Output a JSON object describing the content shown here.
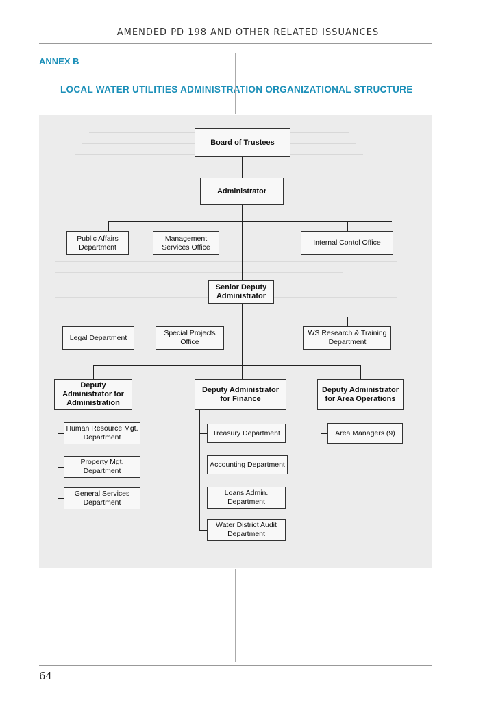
{
  "header": {
    "running_title": "AMENDED PD 198 AND OTHER RELATED ISSUANCES",
    "annex": "ANNEX B",
    "title": "LOCAL WATER UTILITIES ADMINISTRATION ORGANIZATIONAL STRUCTURE"
  },
  "org_chart": {
    "board": "Board of Trustees",
    "administrator": "Administrator",
    "public_affairs": "Public Affairs Department",
    "management_services": "Management Services Office",
    "internal_control": "Internal Contol Office",
    "senior_deputy": "Senior Deputy Administrator",
    "legal": "Legal Department",
    "special_projects": "Special Projects Office",
    "ws_research": "WS Research & Training Department",
    "da_administration": "Deputy Administrator for Administration",
    "da_finance": "Deputy Administrator for Finance",
    "da_area_operations": "Deputy Administrator for Area Operations",
    "human_resource": "Human Resource Mgt. Department",
    "property": "Property Mgt. Department",
    "general_services": "General Services Department",
    "treasury": "Treasury Department",
    "accounting": "Accounting Department",
    "loans": "Loans Admin. Department",
    "wd_audit": "Water District Audit Department",
    "area_managers": "Area Managers (9)"
  },
  "footer": {
    "page_number": "64"
  }
}
